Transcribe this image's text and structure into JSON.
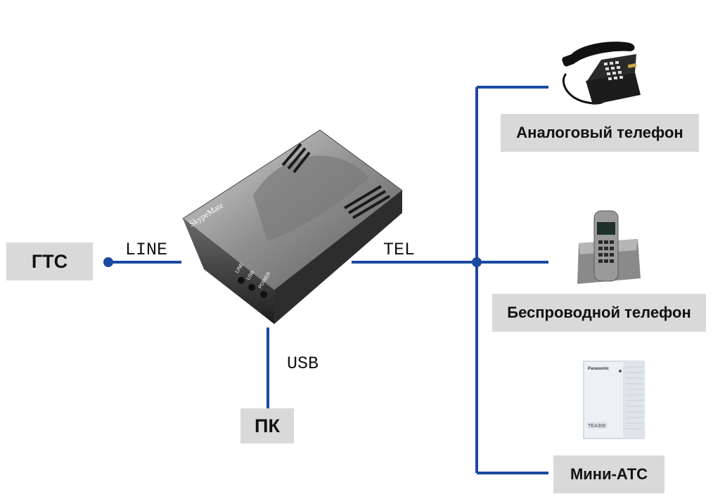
{
  "nodes": {
    "gts": "ГТС",
    "pc": "ПК",
    "analog_phone": "Аналоговый телефон",
    "cordless_phone": "Беспроводной телефон",
    "mini_pbx": "Мини-АТС"
  },
  "connections": {
    "line": "LINE",
    "tel": "TEL",
    "usb": "USB"
  },
  "device": {
    "brand": "SkypeMate",
    "indicators": [
      "LINE",
      "USB",
      "POWER"
    ]
  },
  "pbx_brand": "Panasonic",
  "pbx_model": "TEA308",
  "colors": {
    "wire": "#1a4aa0",
    "label_bg": "#d9d9d9"
  }
}
